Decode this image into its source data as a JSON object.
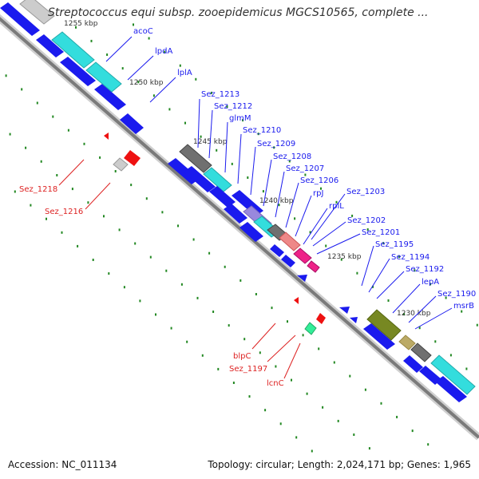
{
  "title": "Streptococcus equi subsp. zooepidemicus MGCS10565, complete ...",
  "accession": "Accession: NC_011134",
  "topology": "Topology: circular; Length: 2,024,171 bp; Genes: 1,965",
  "scale_labels": [
    "1255 kbp",
    "1250 kbp",
    "1245 kbp",
    "1240 kbp",
    "1235 kbp",
    "1230 kbp"
  ],
  "colors": {
    "forward_gene": "#1a1aee",
    "label_forward": "#1a1aee",
    "label_reverse": "#dd2222",
    "backbone": "#7a7a7a",
    "tick": "#228822"
  },
  "forward_labels": [
    "acoC",
    "lpdA",
    "lplA",
    "Sez_1213",
    "Sez_1212",
    "glmM",
    "Sez_1210",
    "Sez_1209",
    "Sez_1208",
    "Sez_1207",
    "Sez_1206",
    "rpJ",
    "rplL",
    "Sez_1203",
    "Sez_1202",
    "Sez_1201",
    "Sez_1195",
    "Sez_1194",
    "Sez_1192",
    "lepA",
    "Sez_1190",
    "msrB"
  ],
  "reverse_labels": [
    "Sez_1218",
    "Sez_1216",
    "blpC",
    "Sez_1197",
    "lcnC"
  ]
}
